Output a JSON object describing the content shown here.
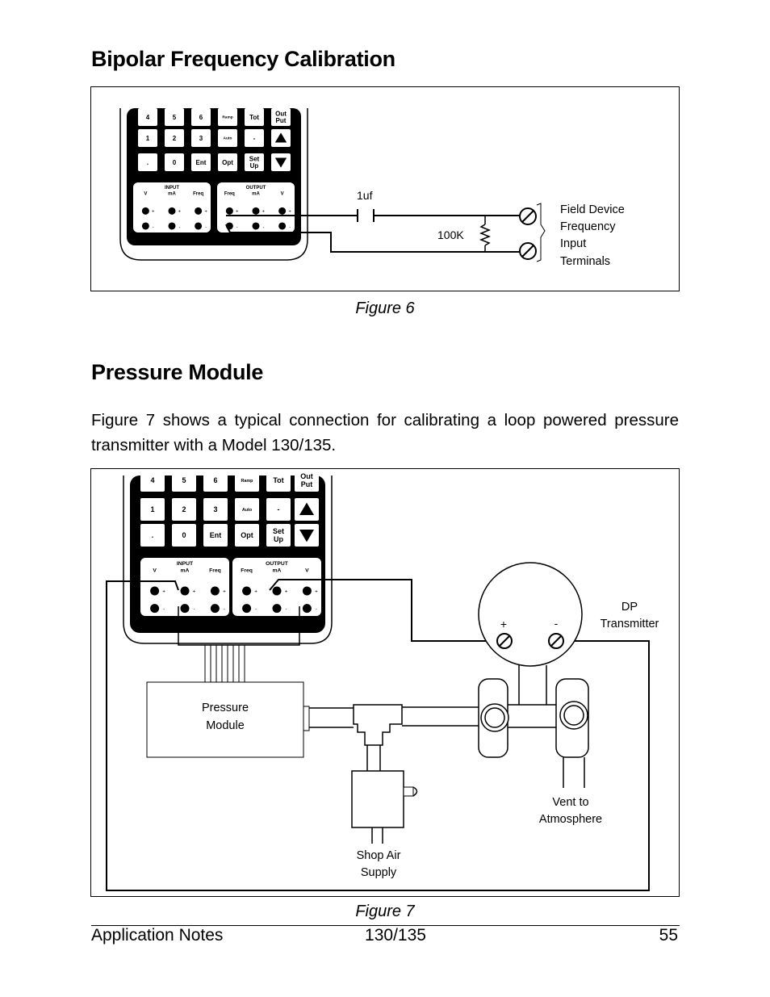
{
  "section1": {
    "title": "Bipolar Frequency Calibration"
  },
  "figure6": {
    "caption": "Figure 6",
    "keypad_rows": [
      [
        "4",
        "5",
        "6",
        "Ramp",
        "Tot",
        "Out\nPut"
      ],
      [
        "1",
        "2",
        "3",
        "Auto",
        "-",
        "up-arrow"
      ],
      [
        ".",
        "0",
        "Ent",
        "Opt",
        "Set\nUp",
        "down-arrow"
      ]
    ],
    "input_label": "INPUT",
    "input_cols": [
      "V",
      "mA",
      "Freq"
    ],
    "output_label": "OUTPUT",
    "output_cols": [
      "Freq",
      "mA",
      "V"
    ],
    "capacitor_label": "1uf",
    "resistor_label": "100K",
    "device_label": [
      "Field Device",
      "Frequency",
      "Input",
      "Terminals"
    ]
  },
  "section2": {
    "title": "Pressure Module",
    "paragraph": "Figure 7 shows a typical connection for calibrating a loop powered pressure transmitter with a Model 130/135."
  },
  "figure7": {
    "caption": "Figure 7",
    "transmitter_label": [
      "DP",
      "Transmitter"
    ],
    "plus": "+",
    "minus": "-",
    "pressure_module_label": [
      "Pressure",
      "Module"
    ],
    "vent_label": [
      "Vent to",
      "Atmosphere"
    ],
    "air_label": [
      "Shop Air",
      "Supply"
    ]
  },
  "footer": {
    "left": "Application Notes",
    "center": "130/135",
    "right": "55"
  }
}
